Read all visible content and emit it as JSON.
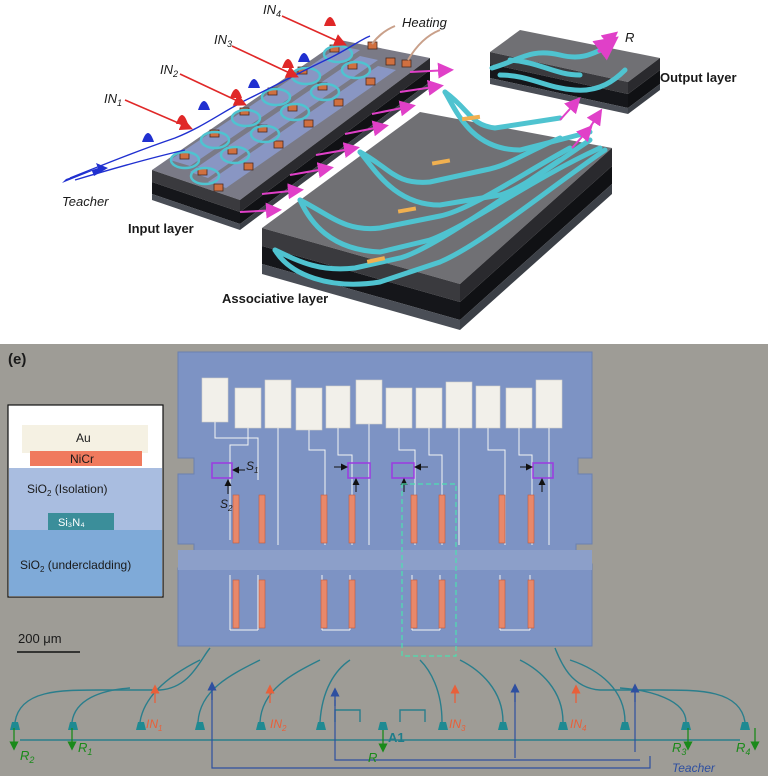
{
  "top": {
    "inputs": [
      "IN",
      "IN",
      "IN",
      "IN"
    ],
    "input_subs": [
      "1",
      "2",
      "3",
      "4"
    ],
    "heating": "Heating",
    "teacher": "Teacher",
    "input_layer": "Input layer",
    "associative_layer": "Associative layer",
    "output_layer": "Output layer",
    "output_r": "R"
  },
  "panel": {
    "letter": "(e)",
    "s1": "S",
    "s1_sub": "1",
    "s2": "S",
    "s2_sub": "2",
    "scale": "200 μm",
    "a1": "A1",
    "r_center": "R",
    "teacher": "Teacher",
    "in_labels": [
      "IN",
      "IN",
      "IN",
      "IN"
    ],
    "in_subs": [
      "1",
      "2",
      "3",
      "4"
    ],
    "r_labels": [
      "R",
      "R",
      "R",
      "R"
    ],
    "r_subs": [
      "2",
      "1",
      "3",
      "4"
    ]
  },
  "inset": {
    "au": "Au",
    "nicr": "NiCr",
    "sio2_iso": "SiO",
    "sio2_iso_sub": "2",
    "sio2_iso_tail": " (Isolation)",
    "si3n4": "Si₃N₄",
    "sio2_under": "SiO",
    "sio2_under_sub": "2",
    "sio2_under_tail": " (undercladding)"
  },
  "colors": {
    "waveguide": "#4fc3d0",
    "chip_top": "#6e6e72",
    "pink": "#e040c8",
    "red": "#e02828",
    "blue": "#2030d0",
    "micro_bg": "#9e9c96",
    "micro_blue": "#7d93c4",
    "green": "#1a8a1a",
    "orange": "#e8603a",
    "teacher_blue": "#2e4fa0"
  }
}
